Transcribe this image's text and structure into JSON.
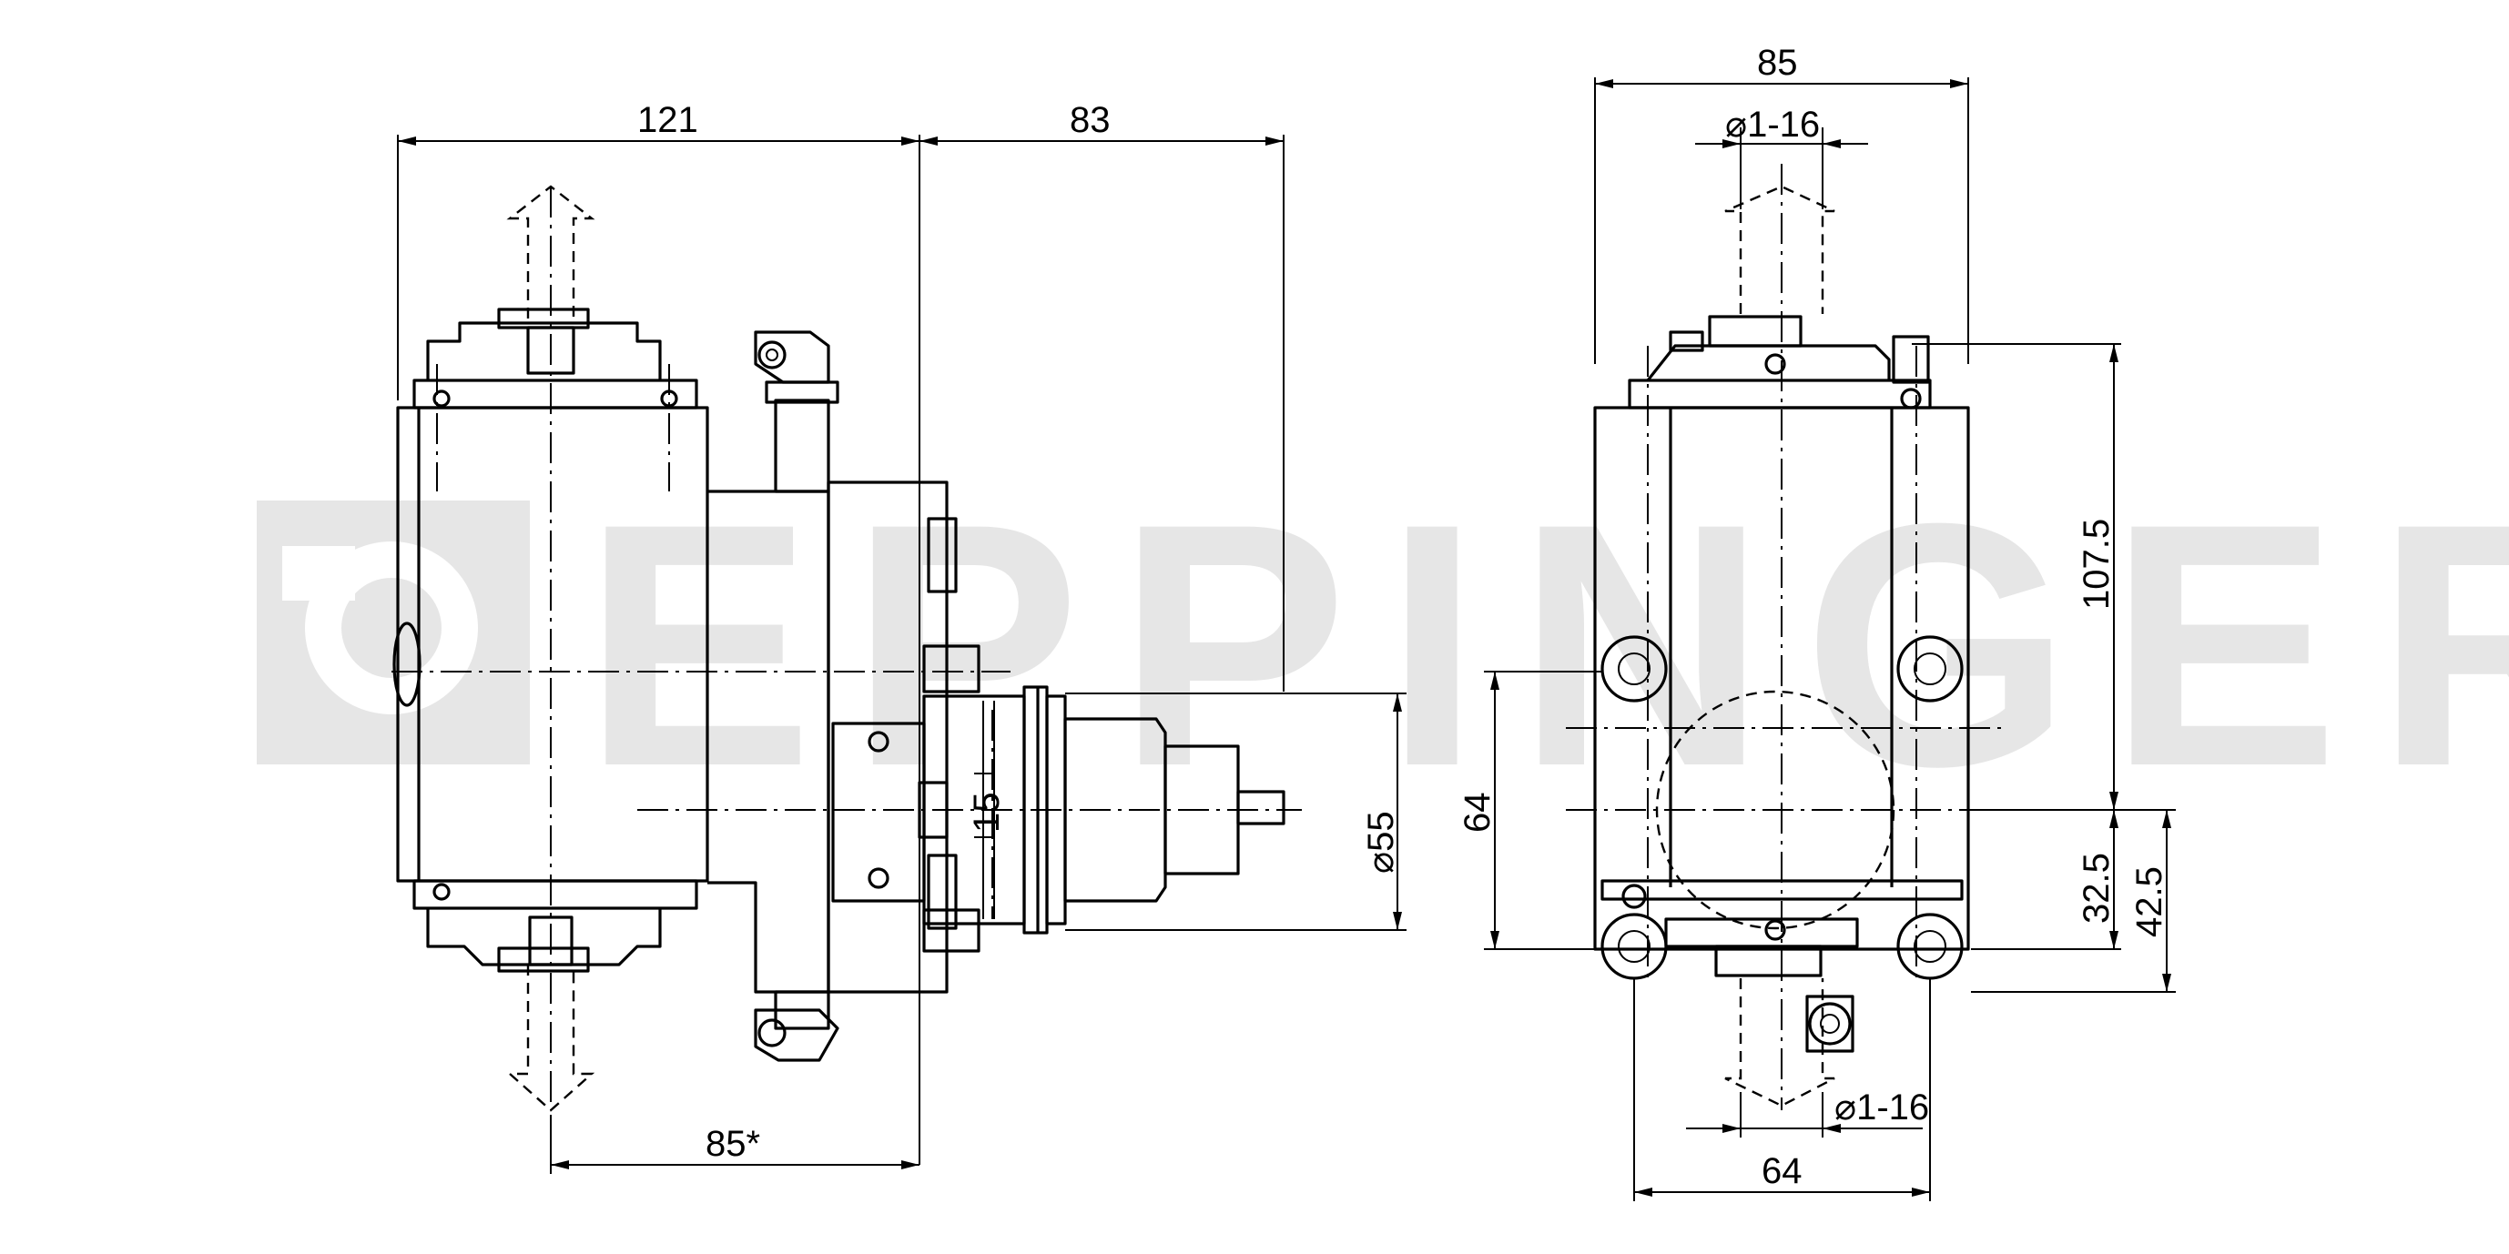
{
  "watermark": {
    "text": "EPPINGER",
    "color": "#e6e6e6"
  },
  "side_view": {
    "dim_total_width": "121",
    "dim_projection": "83",
    "dim_spindle_diameter": "⌀55",
    "dim_offset": "15",
    "dim_center_to_face": "85*"
  },
  "front_view": {
    "dim_top_width": "85",
    "dim_top_thread": "⌀1-16",
    "dim_height_total": "107.5",
    "dim_center_height": "64",
    "dim_lower_height_a": "32.5",
    "dim_lower_height_b": "42.5",
    "dim_bottom_thread": "⌀1-16",
    "dim_bottom_width": "64"
  }
}
